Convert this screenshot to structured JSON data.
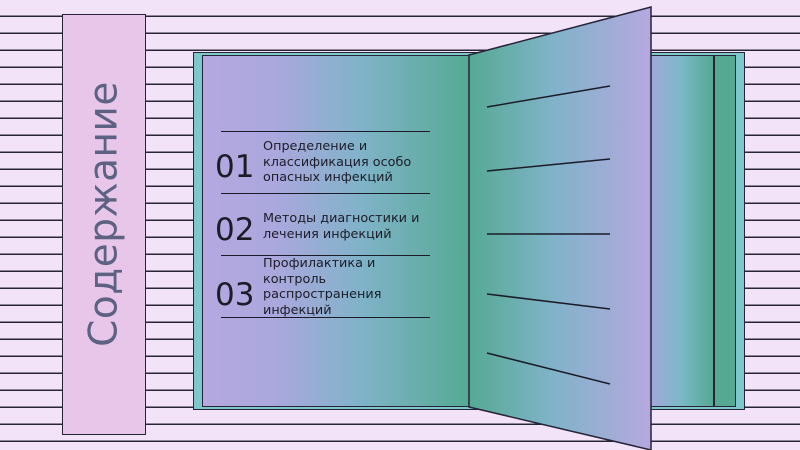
{
  "title": "Содержание",
  "items": [
    {
      "number": "01",
      "text": "Определение и классификация особо опасных инфекций"
    },
    {
      "number": "02",
      "text": "Методы диагностики и лечения инфекций"
    },
    {
      "number": "03",
      "text": "Профилактика и контроль распространения инфекций"
    }
  ],
  "colors": {
    "background": "#f3e3f8",
    "stripe_line": "#272438",
    "sidebar": "#e8c6ea",
    "title_text": "#5d6283",
    "book_teal": "#55a993",
    "book_lavender": "#b6a8e0",
    "book_cyan": "#7ec7cc"
  }
}
